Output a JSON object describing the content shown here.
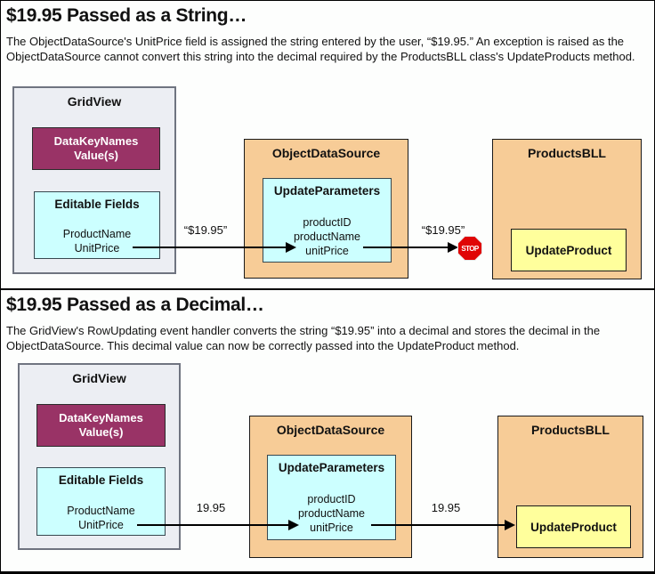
{
  "colors": {
    "gridview_fill": "#ECEEF3",
    "gridview_border": "#6F7480",
    "magenta_fill": "#993366",
    "cyan_fill": "#CCFFFF",
    "tan_fill": "#F7CC97",
    "yellow_fill": "#FFFF9C",
    "stop_red": "#E00505",
    "arrow_color": "#000000"
  },
  "panels": [
    {
      "title": "$19.95 Passed as a String…",
      "description": "The ObjectDataSource's UnitPrice field is assigned the string entered by the user, “$19.95.” An exception is raised as the ObjectDataSource cannot convert this string into the decimal required by the ProductsBLL class's UpdateProducts method.",
      "gridview": {
        "title": "GridView",
        "data_key_names": {
          "line1": "DataKeyNames",
          "line2": "Value(s)"
        },
        "editable_fields": {
          "title": "Editable Fields",
          "fields": [
            "ProductName",
            "UnitPrice"
          ]
        }
      },
      "object_data_source": {
        "title": "ObjectDataSource",
        "update_parameters": {
          "title": "UpdateParameters",
          "params": [
            "productID",
            "productName",
            "unitPrice"
          ]
        }
      },
      "products_bll": {
        "title": "ProductsBLL",
        "method": "UpdateProduct"
      },
      "arrow1_label": "“$19.95”",
      "arrow2_label": "“$19.95”",
      "stop_label": "STOP"
    },
    {
      "title": "$19.95 Passed as a Decimal…",
      "description": "The GridView's RowUpdating event handler converts the string “$19.95” into a decimal and stores the decimal in the ObjectDataSource. This decimal value can now be correctly passed into the UpdateProduct method.",
      "gridview": {
        "title": "GridView",
        "data_key_names": {
          "line1": "DataKeyNames",
          "line2": "Value(s)"
        },
        "editable_fields": {
          "title": "Editable Fields",
          "fields": [
            "ProductName",
            "UnitPrice"
          ]
        }
      },
      "object_data_source": {
        "title": "ObjectDataSource",
        "update_parameters": {
          "title": "UpdateParameters",
          "params": [
            "productID",
            "productName",
            "unitPrice"
          ]
        }
      },
      "products_bll": {
        "title": "ProductsBLL",
        "method": "UpdateProduct"
      },
      "arrow1_label": "19.95",
      "arrow2_label": "19.95"
    }
  ]
}
